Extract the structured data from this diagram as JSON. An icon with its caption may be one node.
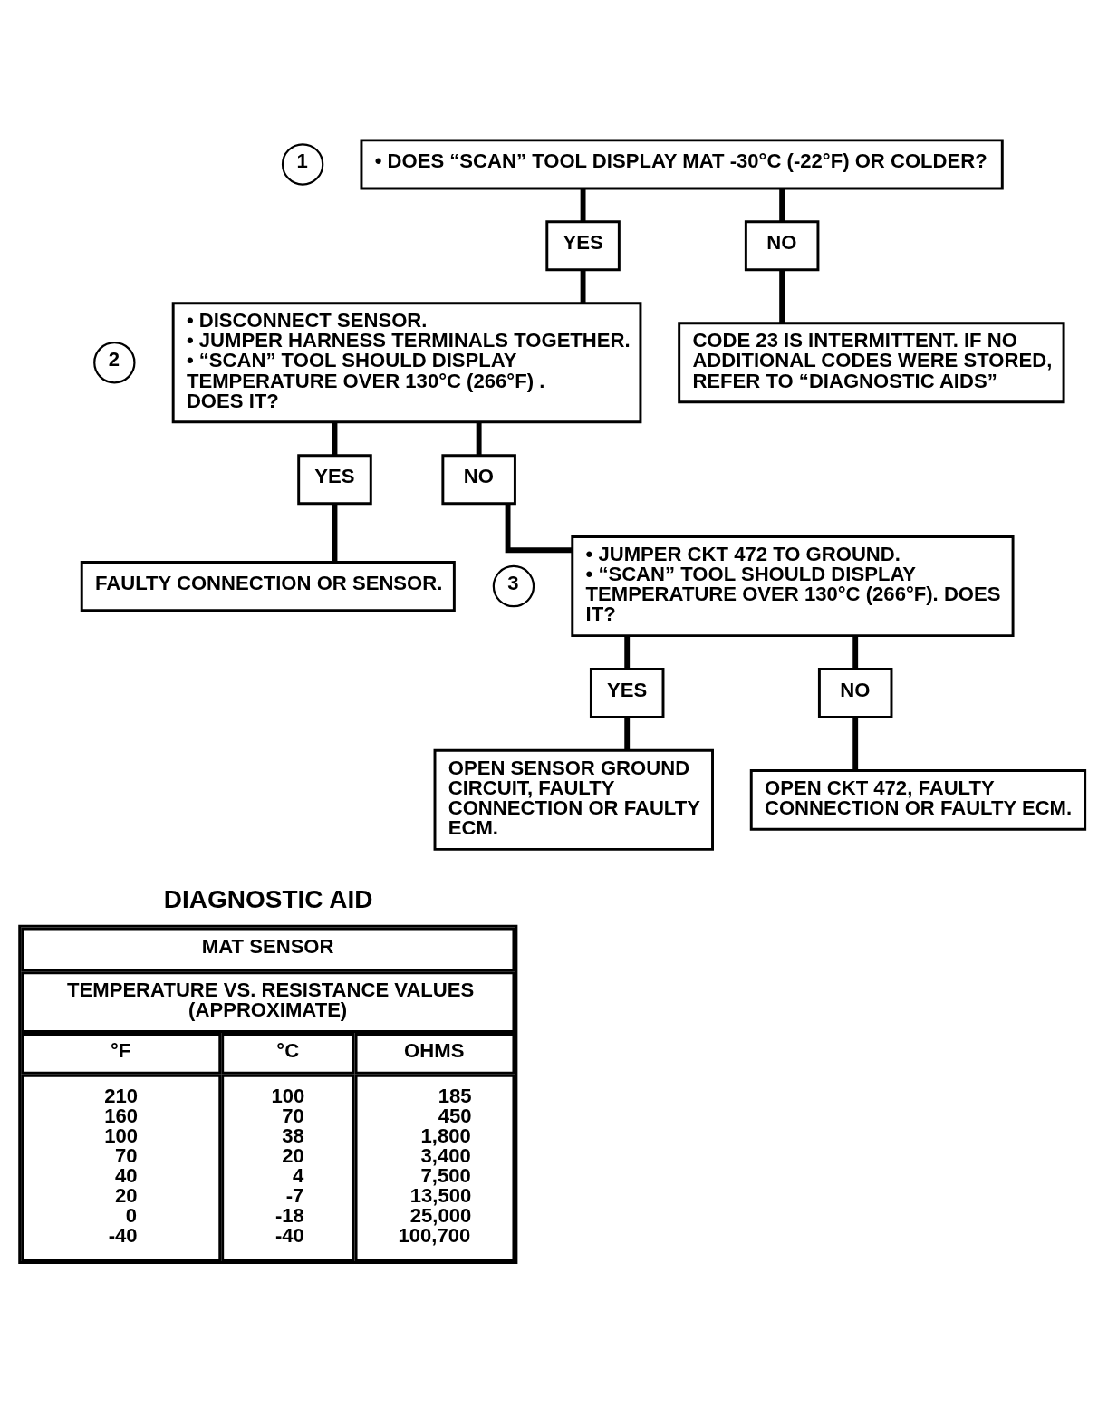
{
  "diagram": {
    "nodes": [
      {
        "text": [
          "• DOES “SCAN” TOOL DISPLAY MAT -30°C (-22°F) OR COLDER?"
        ],
        "beside": [
          "1"
        ]
      },
      {
        "text": [
          "YES"
        ]
      },
      {
        "text": [
          "NO"
        ]
      },
      {
        "text": [
          "• DISCONNECT SENSOR.",
          "• JUMPER HARNESS TERMINALS TOGETHER.",
          "• “SCAN” TOOL SHOULD DISPLAY TEMPERATURE OVER 130°C (266°F) . DOES IT?"
        ],
        "beside": [
          "2"
        ]
      },
      {
        "text": [
          "CODE 23 IS INTERMITTENT. IF NO ADDITIONAL CODES WERE STORED, REFER TO “DIAGNOSTIC AIDS”"
        ]
      },
      {
        "text": [
          "YES"
        ]
      },
      {
        "text": [
          "NO"
        ]
      },
      {
        "text": [
          "FAULTY CONNECTION OR SENSOR."
        ]
      },
      {
        "text": [
          "• JUMPER CKT 472 TO GROUND.",
          "• “SCAN” TOOL SHOULD DISPLAY TEMPERATURE OVER 130°C (266°F). DOES IT?"
        ],
        "beside": [
          "3"
        ]
      },
      {
        "text": [
          "YES"
        ]
      },
      {
        "text": [
          "NO"
        ]
      },
      {
        "text": [
          "OPEN SENSOR GROUND CIRCUIT, FAULTY CONNECTION OR FAULTY ECM."
        ]
      },
      {
        "text": [
          "OPEN CKT 472, FAULTY CONNECTION OR FAULTY ECM."
        ]
      }
    ],
    "edges": [
      {
        "from": 0,
        "to": 1,
        "arrow": "none"
      },
      {
        "from": 0,
        "to": 2,
        "arrow": "none"
      },
      {
        "from": 1,
        "to": 3,
        "arrow": "none"
      },
      {
        "from": 2,
        "to": 4,
        "arrow": "none"
      },
      {
        "from": 3,
        "to": 5,
        "arrow": "none"
      },
      {
        "from": 3,
        "to": 6,
        "arrow": "none"
      },
      {
        "from": 5,
        "to": 7,
        "arrow": "none"
      },
      {
        "from": 6,
        "to": 8,
        "arrow": "none"
      },
      {
        "from": 8,
        "to": 9,
        "arrow": "none"
      },
      {
        "from": 8,
        "to": 10,
        "arrow": "none"
      },
      {
        "from": 9,
        "to": 11,
        "arrow": "none"
      },
      {
        "from": 10,
        "to": 12,
        "arrow": "none"
      }
    ],
    "labels": [
      "DIAGNOSTIC AID",
      "MAT SENSOR",
      "TEMPERATURE VS. RESISTANCE VALUES (APPROXIMATE)",
      "°F",
      "°C",
      "OHMS",
      "210",
      "100",
      "185",
      "160",
      "70",
      "450",
      "100",
      "38",
      "1,800",
      "70",
      "20",
      "3,400",
      "40",
      "4",
      "7,500",
      "20",
      "-7",
      "13,500",
      "0",
      "-18",
      "25,000",
      "-40",
      "-40",
      "100,700"
    ]
  }
}
